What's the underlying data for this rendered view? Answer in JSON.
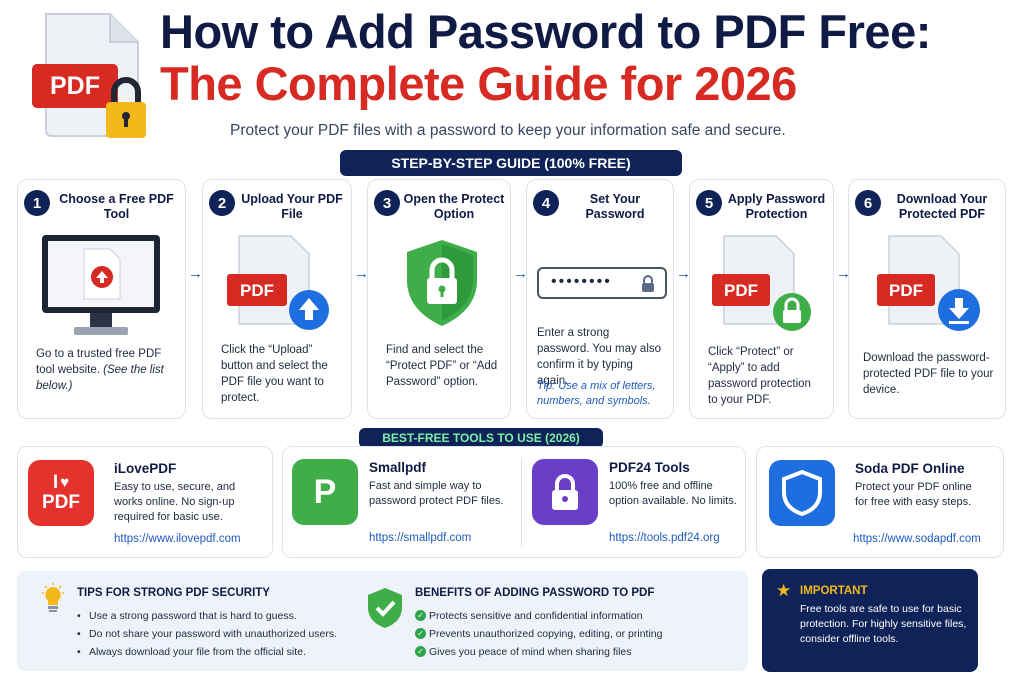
{
  "header": {
    "icon_label": "PDF",
    "title_line1": "How to Add Password to PDF Free:",
    "title_line2": "The Complete Guide for 2026",
    "subtitle": "Protect your PDF files with a password to keep your information safe and secure."
  },
  "steps_heading": "STEP-BY-STEP GUIDE (100% FREE)",
  "steps": [
    {
      "num": "1",
      "title": "Choose a Free PDF Tool",
      "text": "Go to a trusted free PDF tool website.",
      "note": "(See the list below.)"
    },
    {
      "num": "2",
      "title": "Upload Your PDF File",
      "icon_label": "PDF",
      "text": "Click the “Upload” button and select the PDF file you want to protect."
    },
    {
      "num": "3",
      "title": "Open the Protect Option",
      "text": "Find and select the “Protect PDF” or “Add Password” option."
    },
    {
      "num": "4",
      "title": "Set Your Password",
      "password_mask": "••••••••",
      "text": "Enter a strong password. You may also confirm it by typing again.",
      "tip": "Tip: Use a mix of letters, numbers, and symbols."
    },
    {
      "num": "5",
      "title": "Apply Password Protection",
      "icon_label": "PDF",
      "text": "Click “Protect” or “Apply” to add password protection to your PDF."
    },
    {
      "num": "6",
      "title": "Download Your Protected PDF",
      "icon_label": "PDF",
      "text": "Download the password-protected PDF file to your device."
    }
  ],
  "tools_heading": "BEST-FREE TOOLS TO USE (2026)",
  "tools": [
    {
      "name": "iLovePDF",
      "logo_top": "I",
      "logo_bottom": "PDF",
      "desc": "Easy to use, secure, and works online. No sign-up required for basic use.",
      "url": "https://www.ilovepdf.com",
      "color": "#e5322d"
    },
    {
      "name": "Smallpdf",
      "logo": "P",
      "desc": "Fast and simple way to password protect PDF files.",
      "url": "https://smallpdf.com",
      "color": "#3fae49"
    },
    {
      "name": "PDF24 Tools",
      "desc": "100% free and offline option available. No limits.",
      "url": "https://tools.pdf24.org",
      "color": "#6a3fc7"
    },
    {
      "name": "Soda PDF Online",
      "desc": "Protect your PDF online for free with easy steps.",
      "url": "https://www.sodapdf.com",
      "color": "#1e6ee0"
    }
  ],
  "tips": {
    "heading": "TIPS FOR STRONG PDF SECURITY",
    "items": [
      "Use a strong password that is hard to guess.",
      "Do not share your password with unauthorized users.",
      "Always download your file from the official site."
    ]
  },
  "benefits": {
    "heading": "BENEFITS OF  ADDING PASSWORD TO PDF",
    "items": [
      "Protects sensitive and confidential information",
      "Prevents unauthorized copying, editing, or printing",
      "Gives you peace of mind when sharing files"
    ]
  },
  "important": {
    "heading": "IMPORTANT",
    "text": "Free tools are safe to use for basic protection. For highly sensitive files, consider offline tools."
  },
  "colors": {
    "navy": "#0f2358",
    "red": "#d72a22",
    "link_blue": "#1e5bbf",
    "green": "#3fae49",
    "gold": "#f5b81b"
  }
}
